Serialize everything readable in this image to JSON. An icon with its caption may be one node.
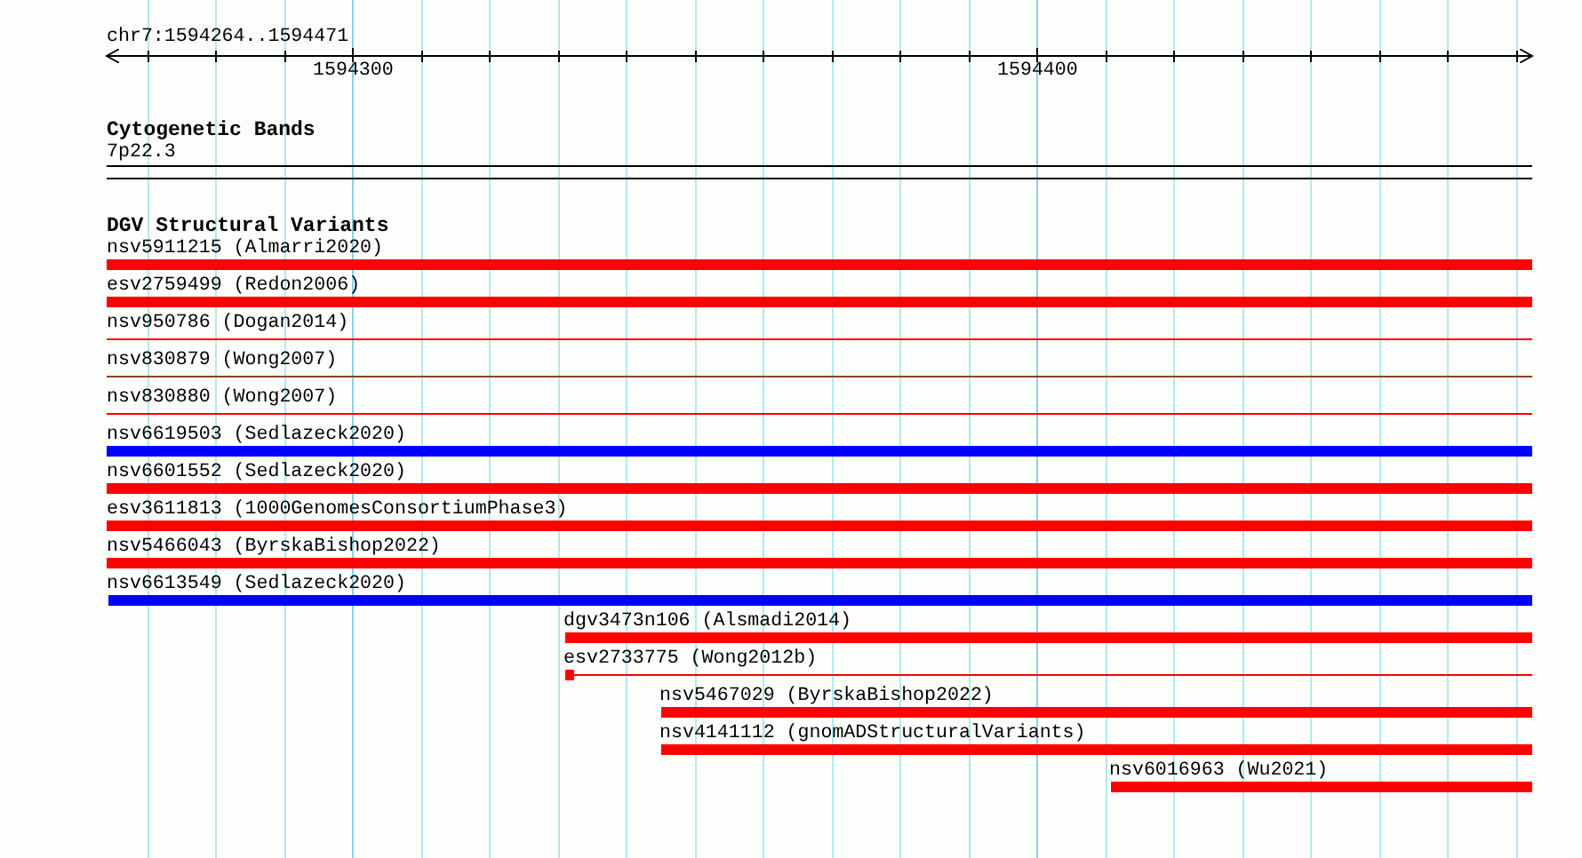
{
  "diagram": {
    "labels": [
      "chr7:1594264..1594471",
      "1594300",
      "1594400",
      "Cytogenetic Bands",
      "7p22.3",
      "DGV Structural Variants",
      "nsv5911215 (Almarri2020)",
      "esv2759499 (Redon2006)",
      "nsv950786 (Dogan2014)",
      "nsv830879 (Wong2007)",
      "nsv830880 (Wong2007)",
      "nsv6619503 (Sedlazeck2020)",
      "nsv6601552 (Sedlazeck2020)",
      "esv3611813 (1000GenomesConsortiumPhase3)",
      "nsv5466043 (ByrskaBishop2022)",
      "nsv6613549 (Sedlazeck2020)",
      "dgv3473n106 (Alsmadi2014)",
      "esv2733775 (Wong2012b)",
      "nsv5467029 (ByrskaBishop2022)",
      "nsv4141112 (gnomADStructuralVariants)",
      "nsv6016963 (Wu2021)"
    ]
  }
}
